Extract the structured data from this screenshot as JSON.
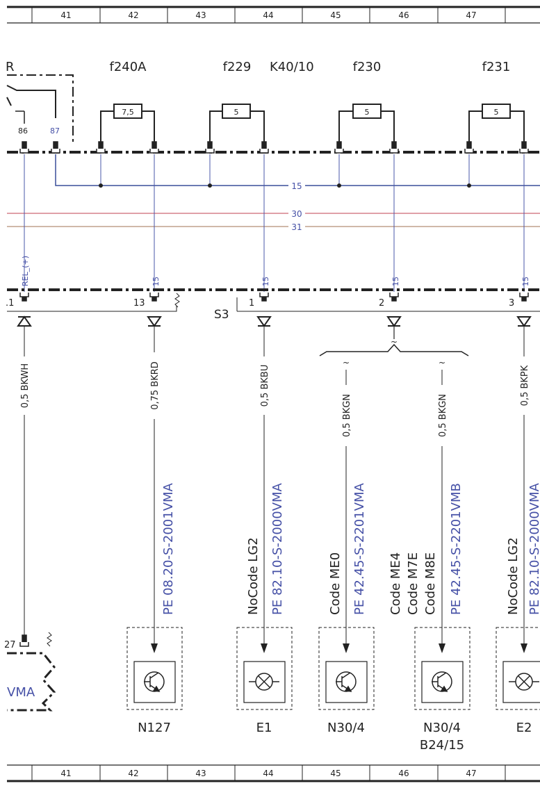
{
  "header": {
    "columns": [
      "41",
      "42",
      "43",
      "44",
      "45",
      "46",
      "47"
    ]
  },
  "labels": {
    "relay": "R",
    "relay_pin_86": "86",
    "relay_pin_87": "87",
    "relay_code": "K40/10",
    "rel_plus": "REL_(+)",
    "s3": "S3",
    "vma_partial": "VMA",
    "pin_partial_11": ".1",
    "pin_partial_27": "27"
  },
  "fuses": [
    {
      "name": "f240A",
      "value": "7,5"
    },
    {
      "name": "f229",
      "value": "5"
    },
    {
      "name": "f230",
      "value": "5"
    },
    {
      "name": "f231",
      "value": "5"
    }
  ],
  "bus_lines": [
    {
      "label": "15",
      "color": "#4a57a8"
    },
    {
      "label": "30",
      "color": "#c04050"
    },
    {
      "label": "31",
      "color": "#a07050"
    }
  ],
  "terminal_labels": {
    "t15": "15",
    "p13": "13",
    "p1": "1",
    "p2": "2",
    "p3": "3"
  },
  "wires": [
    {
      "id": "w1",
      "spec": "0,5 BKWH"
    },
    {
      "id": "w2",
      "spec": "0,75 BKRD",
      "ref": "PE 08.20-S-2001VMA",
      "component": "N127"
    },
    {
      "id": "w3",
      "spec": "0,5 BKBU",
      "code": "NoCode LG2",
      "ref": "PE 82.10-S-2000VMA",
      "component": "E1"
    },
    {
      "id": "w4",
      "spec": "0,5 BKGN",
      "code": "Code ME0",
      "ref": "PE 42.45-S-2201VMA",
      "component": "N30/4"
    },
    {
      "id": "w5",
      "spec": "0,5 BKGN",
      "code1": "Code ME4",
      "code2": "Code M7E",
      "code3": "Code M8E",
      "ref": "PE 42.45-S-2201VMB",
      "component": "N30/4",
      "component2": "B24/15"
    },
    {
      "id": "w6",
      "spec": "0,5 BKPK",
      "code": "NoCode LG2",
      "ref": "PE 82.10-S-2000VMA",
      "component": "E2"
    }
  ],
  "tilde": "~"
}
